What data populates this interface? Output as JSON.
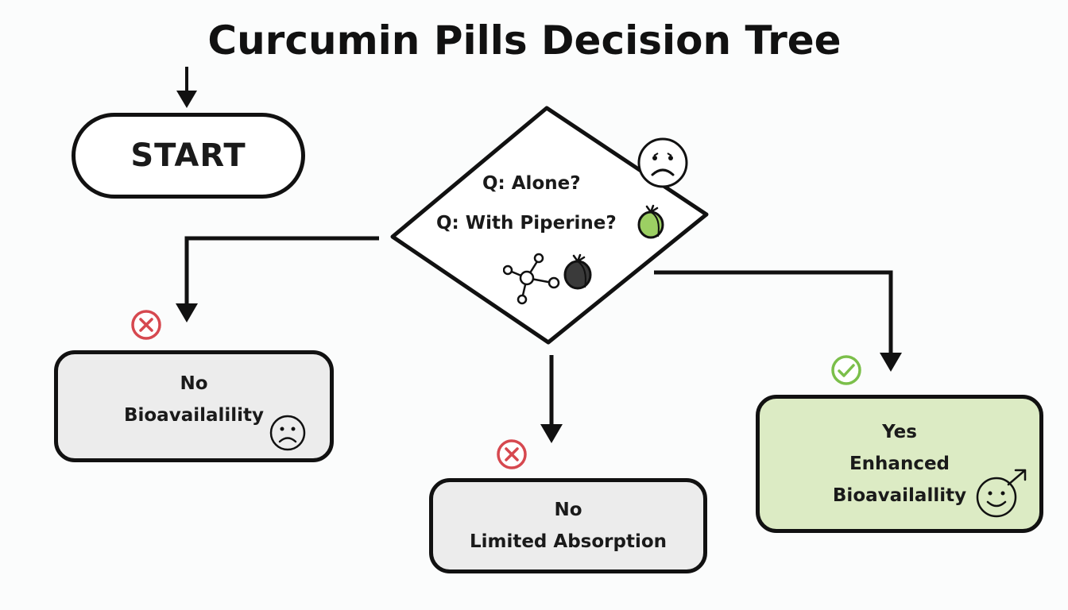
{
  "title": "Curcumin Pills Decision Tree",
  "start": {
    "label": "START"
  },
  "decision": {
    "question_alone": "Q: Alone?",
    "question_piperine": "Q: With Piperine?"
  },
  "outcomes": {
    "left": {
      "line1": "No",
      "line2": "Bioavailalility"
    },
    "middle": {
      "line1": "No",
      "line2": "Limited Absorption"
    },
    "right": {
      "line1": "Yes",
      "line2": "Enhanced",
      "line3": "Bioavailallity"
    }
  },
  "icons": {
    "sad_face": "sad-face-icon",
    "pepper": "peppercorn-icon",
    "molecule": "molecule-icon",
    "fail": "x-circle-icon",
    "success": "check-circle-icon",
    "happy": "happy-face-arrow-icon"
  },
  "colors": {
    "stroke": "#111111",
    "fail_red": "#d6484f",
    "success_green": "#7bbf4a",
    "neutral_box": "#ececec",
    "success_box": "#dcebc4"
  }
}
